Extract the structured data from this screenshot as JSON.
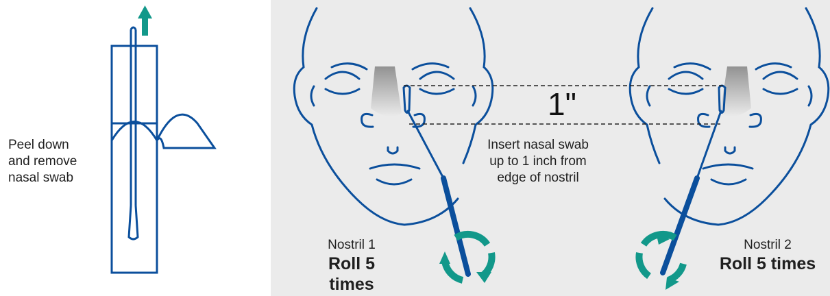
{
  "step1": {
    "peel_text": "Peel down\nand remove\nnasal swab"
  },
  "measure": {
    "distance_label": "1\"",
    "instruction": "Insert nasal swab\nup to 1 inch from\nedge of nostril"
  },
  "nostril1": {
    "label": "Nostril 1",
    "action": "Roll 5 times"
  },
  "nostril2": {
    "label": "Nostril 2",
    "action": "Roll 5 times"
  },
  "colors": {
    "outline": "#0b4f9c",
    "arrow": "#12988a",
    "face_bg": "#ebebeb",
    "text": "#1f1f1f"
  },
  "icons": [
    "up-arrow-icon",
    "rotate-arrows-icon"
  ]
}
